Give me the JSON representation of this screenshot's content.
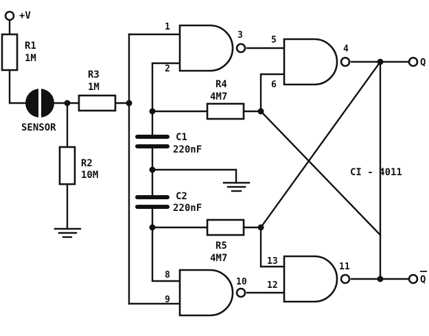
{
  "supply": {
    "label": "+V"
  },
  "resistors": {
    "r1": {
      "ref": "R1",
      "value": "1M"
    },
    "r2": {
      "ref": "R2",
      "value": "10M"
    },
    "r3": {
      "ref": "R3",
      "value": "1M"
    },
    "r4": {
      "ref": "R4",
      "value": "4M7"
    },
    "r5": {
      "ref": "R5",
      "value": "4M7"
    }
  },
  "capacitors": {
    "c1": {
      "ref": "C1",
      "value": "220nF"
    },
    "c2": {
      "ref": "C2",
      "value": "220nF"
    }
  },
  "sensor": {
    "label": "SENSOR"
  },
  "ic": {
    "label": "CI - 4011"
  },
  "pins": {
    "p1": "1",
    "p2": "2",
    "p3": "3",
    "p4": "4",
    "p5": "5",
    "p6": "6",
    "p8": "8",
    "p9": "9",
    "p10": "10",
    "p11": "11",
    "p12": "12",
    "p13": "13"
  },
  "outputs": {
    "q": "Q",
    "q_bar": "Q"
  }
}
